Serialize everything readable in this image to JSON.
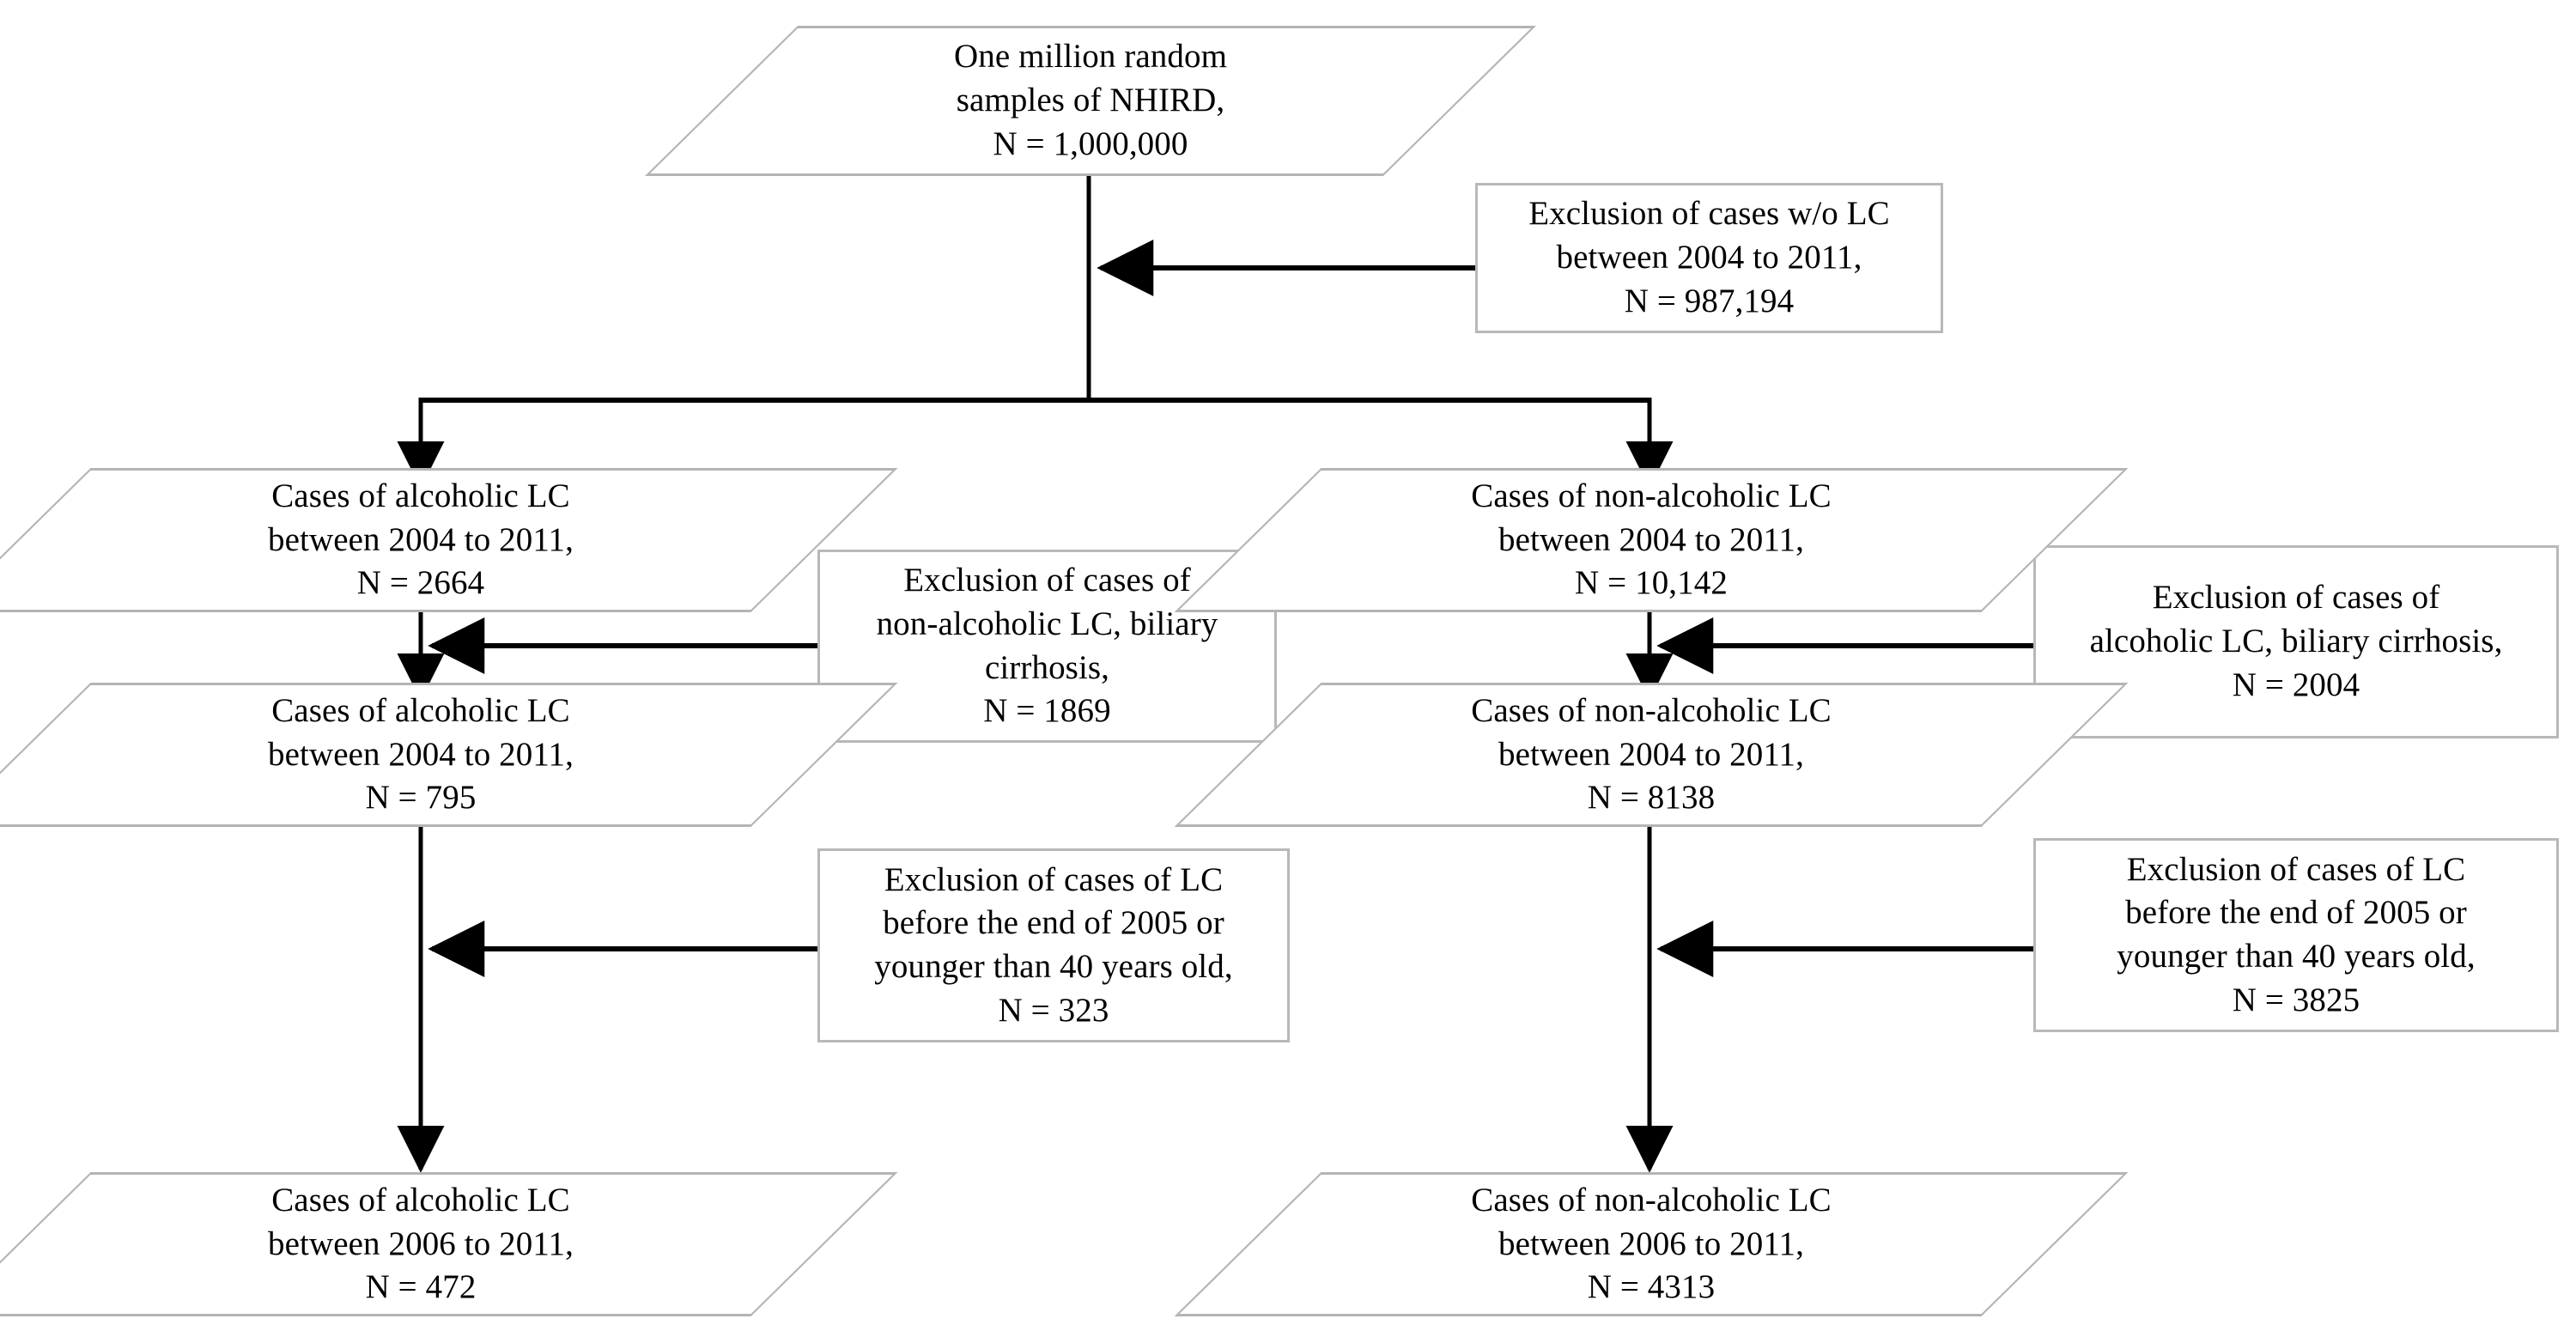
{
  "diagram": {
    "title": "Study cohort selection flowchart",
    "colors": {
      "shape_border": "#b4b4b4",
      "box_border": "#b8b8b8",
      "connector": "#000000",
      "background": "#ffffff",
      "text": "#000000"
    },
    "nodes": {
      "source": {
        "shape": "parallelogram",
        "lines": [
          "One million random",
          "samples of NHIRD,",
          "N = 1,000,000"
        ],
        "text": "One million random\nsamples of NHIRD,\nN = 1,000,000",
        "n_label": "N = 1,000,000",
        "n_value": 1000000
      },
      "exclusion_no_lc": {
        "shape": "rectangle",
        "lines": [
          "Exclusion of cases w/o LC",
          "between 2004 to 2011,",
          "N = 987,194"
        ],
        "text": "Exclusion of cases w/o LC\nbetween 2004 to 2011,\nN = 987,194",
        "n_label": "N = 987,194",
        "n_value": 987194
      },
      "alc_lc_2004": {
        "shape": "parallelogram",
        "lines": [
          "Cases of alcoholic LC",
          "between 2004 to 2011,",
          "N = 2664"
        ],
        "text": "Cases of alcoholic LC\nbetween 2004 to 2011,\nN = 2664",
        "n_label": "N = 2664",
        "n_value": 2664
      },
      "nonalc_lc_2004": {
        "shape": "parallelogram",
        "lines": [
          "Cases of non-alcoholic LC",
          "between 2004 to 2011,",
          "N = 10,142"
        ],
        "text": "Cases of non-alcoholic LC\nbetween 2004 to 2011,\nN = 10,142",
        "n_label": "N = 10,142",
        "n_value": 10142
      },
      "exclusion_nonalc_biliary": {
        "shape": "rectangle",
        "lines": [
          "Exclusion of cases of",
          "non-alcoholic LC, biliary",
          "cirrhosis,",
          "N = 1869"
        ],
        "text": "Exclusion of cases of\nnon-alcoholic LC, biliary\ncirrhosis,\nN = 1869",
        "n_label": "N = 1869",
        "n_value": 1869
      },
      "exclusion_alc_biliary": {
        "shape": "rectangle",
        "lines": [
          "Exclusion of cases of",
          "alcoholic LC, biliary cirrhosis,",
          "N = 2004"
        ],
        "text": "Exclusion of cases of\nalcoholic LC, biliary cirrhosis,\nN = 2004",
        "n_label": "N = 2004",
        "n_value": 2004
      },
      "alc_lc_2004_filtered": {
        "shape": "parallelogram",
        "lines": [
          "Cases of alcoholic LC",
          "between 2004 to 2011,",
          "N = 795"
        ],
        "text": "Cases of alcoholic LC\nbetween 2004 to 2011,\nN = 795",
        "n_label": "N = 795",
        "n_value": 795
      },
      "nonalc_lc_2004_filtered": {
        "shape": "parallelogram",
        "lines": [
          "Cases of non-alcoholic LC",
          "between 2004 to 2011,",
          "N = 8138"
        ],
        "text": "Cases of non-alcoholic LC\nbetween 2004 to 2011,\nN = 8138",
        "n_label": "N = 8138",
        "n_value": 8138
      },
      "exclusion_left_2005_age": {
        "shape": "rectangle",
        "lines": [
          "Exclusion of cases of LC",
          "before the end of 2005 or",
          "younger than 40 years old,",
          "N = 323"
        ],
        "text": "Exclusion of cases of LC\nbefore the end of 2005 or\nyounger than 40 years old,\nN = 323",
        "n_label": "N = 323",
        "n_value": 323
      },
      "exclusion_right_2005_age": {
        "shape": "rectangle",
        "lines": [
          "Exclusion of cases of LC",
          "before the end of 2005 or",
          "younger than  40 years old,",
          "N = 3825"
        ],
        "text": "Exclusion of cases of LC\nbefore the end of 2005 or\nyounger than  40 years old,\nN = 3825",
        "n_label": "N = 3825",
        "n_value": 3825
      },
      "alc_lc_2006": {
        "shape": "parallelogram",
        "lines": [
          "Cases of alcoholic LC",
          "between 2006 to 2011,",
          "N = 472"
        ],
        "text": "Cases of alcoholic LC\nbetween 2006 to 2011,\nN = 472",
        "n_label": "N = 472",
        "n_value": 472
      },
      "nonalc_lc_2006": {
        "shape": "parallelogram",
        "lines": [
          "Cases of non-alcoholic LC",
          "between 2006 to 2011,",
          "N = 4313"
        ],
        "text": "Cases of non-alcoholic LC\nbetween 2006 to 2011,\nN = 4313",
        "n_label": "N = 4313",
        "n_value": 4313
      }
    }
  }
}
